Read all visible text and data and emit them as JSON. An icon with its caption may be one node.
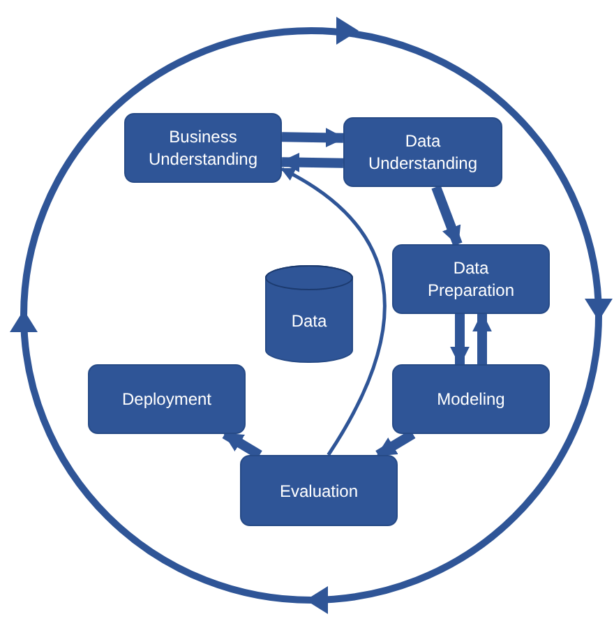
{
  "diagram": {
    "nodes": [
      {
        "text": [
          "Business Understanding"
        ]
      },
      {
        "text": [
          "Data Understanding"
        ]
      },
      {
        "text": [
          "Data Preparation"
        ]
      },
      {
        "text": [
          "Modeling"
        ]
      },
      {
        "text": [
          "Evaluation"
        ]
      },
      {
        "text": [
          "Deployment"
        ]
      },
      {
        "text": [
          "Data"
        ]
      }
    ],
    "edges": [
      {
        "from": 0,
        "to": 1,
        "arrow": "to"
      },
      {
        "from": 1,
        "to": 0,
        "arrow": "to"
      },
      {
        "from": 1,
        "to": 2,
        "arrow": "to"
      },
      {
        "from": 2,
        "to": 3,
        "arrow": "to"
      },
      {
        "from": 3,
        "to": 2,
        "arrow": "to"
      },
      {
        "from": 3,
        "to": 4,
        "arrow": "to"
      },
      {
        "from": 4,
        "to": 5,
        "arrow": "to"
      },
      {
        "from": 4,
        "to": 0,
        "arrow": "to"
      }
    ]
  }
}
